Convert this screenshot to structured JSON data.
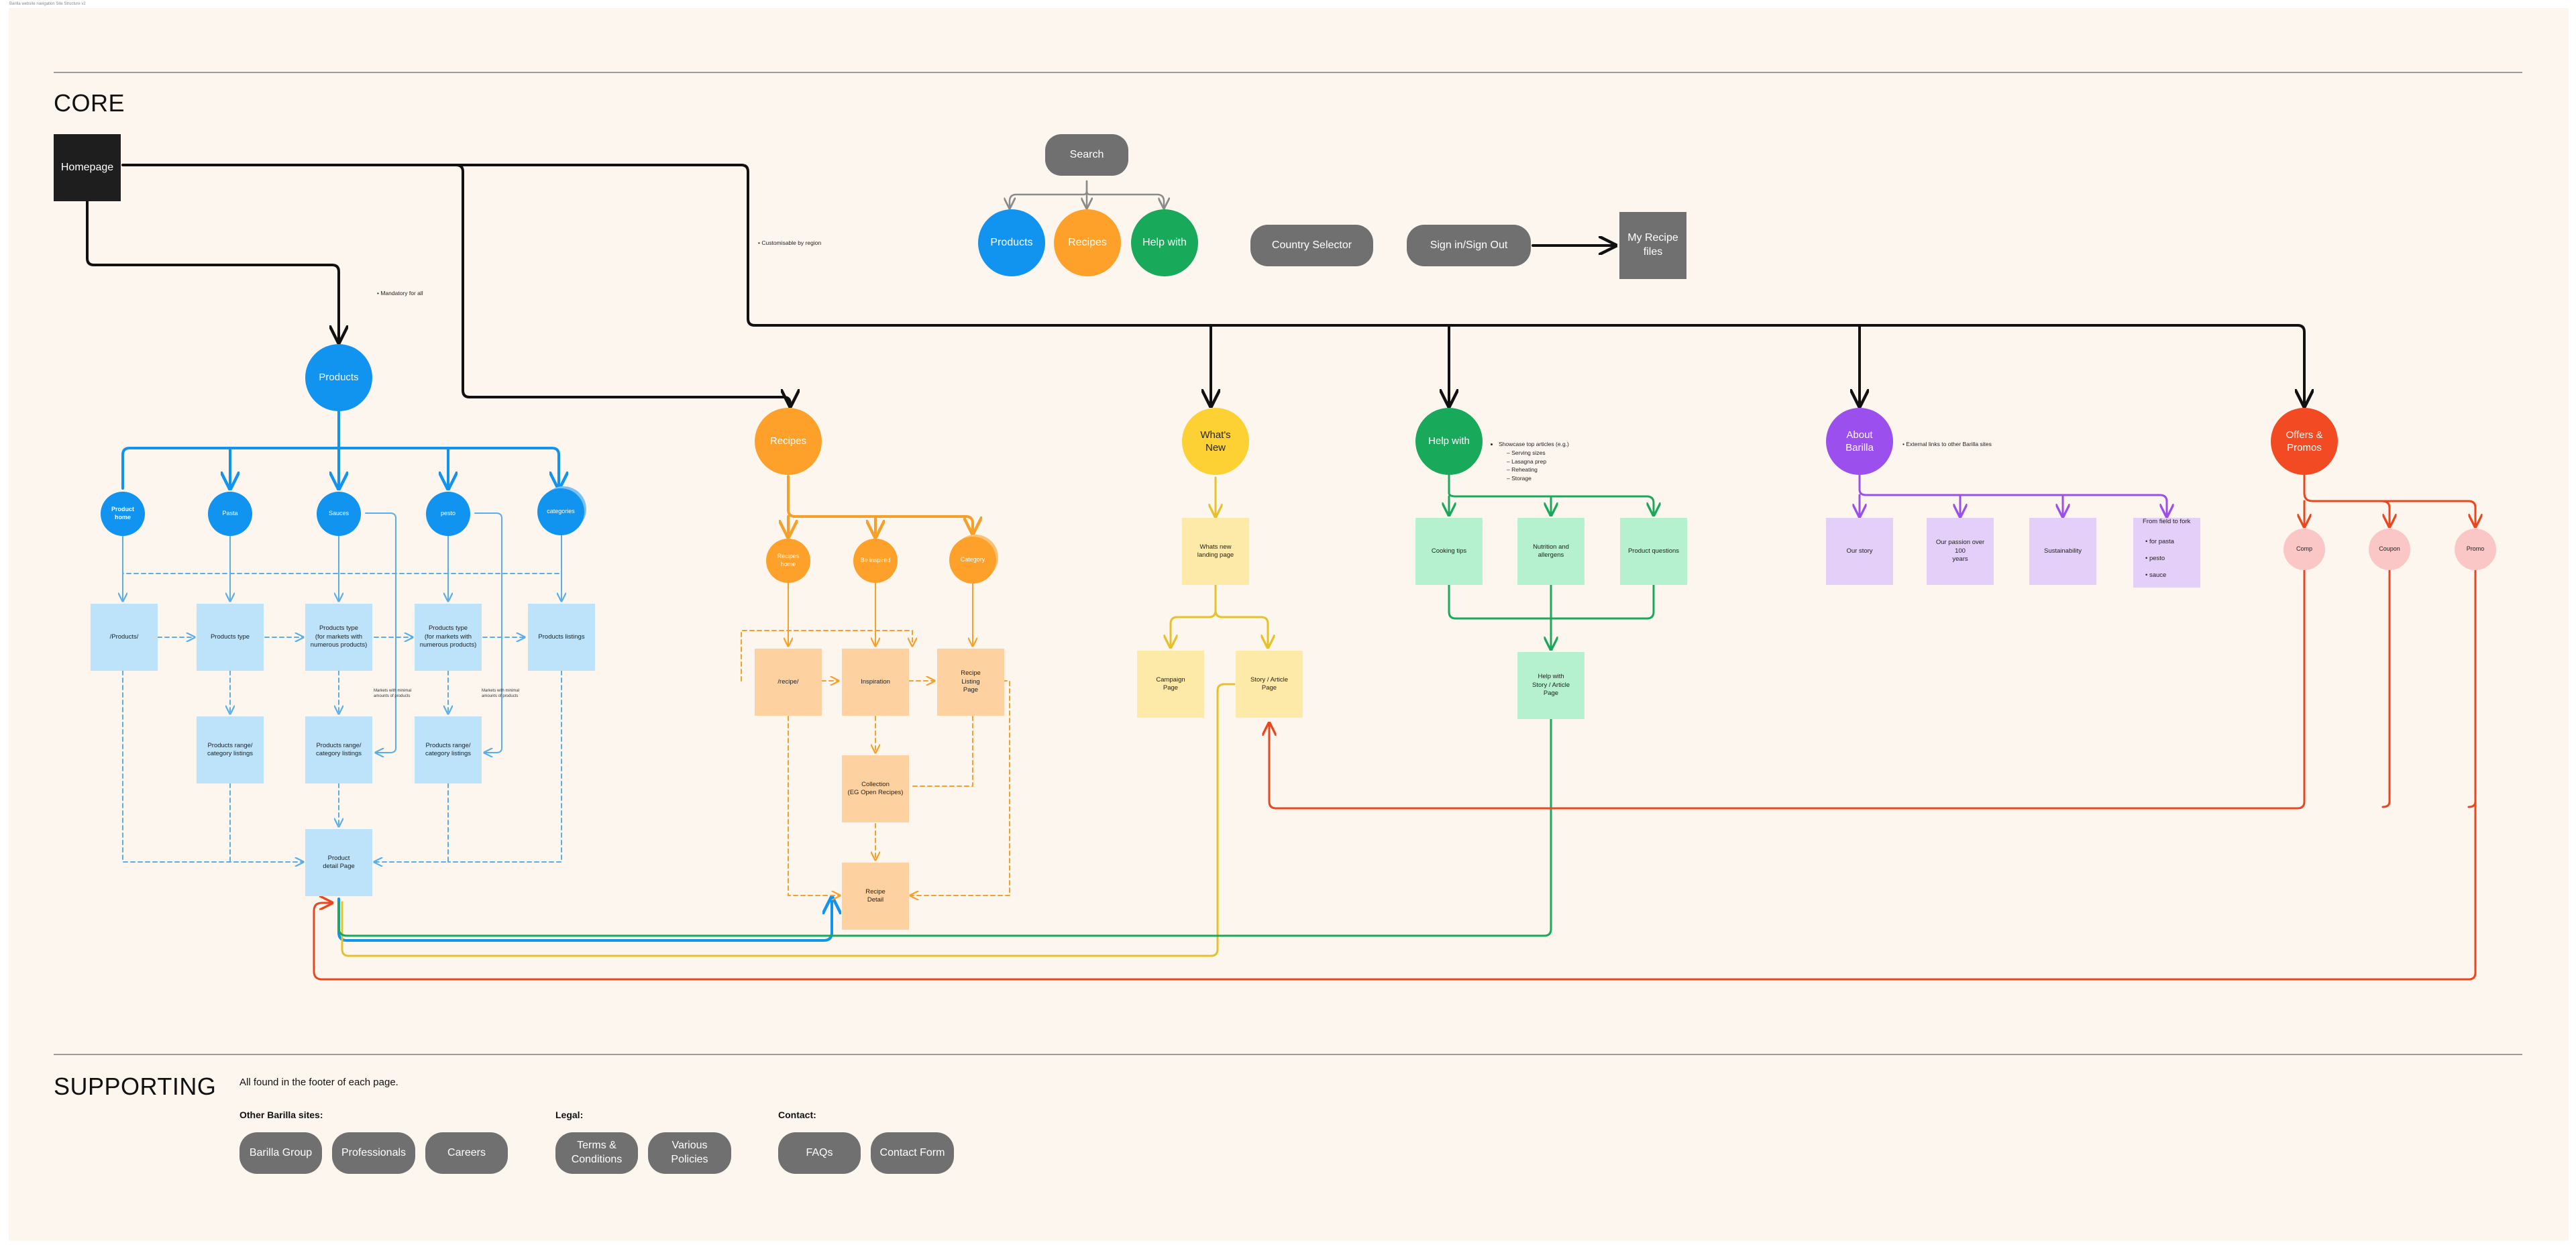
{
  "frame_label": "Barilla website navigation Site Structure v2",
  "sections": {
    "core": "CORE",
    "supporting": "SUPPORTING"
  },
  "nodes": {
    "homepage": "Homepage",
    "search": "Search",
    "search_products": "Products",
    "search_recipes": "Recipes",
    "search_help": "Help with",
    "country_selector": "Country Selector",
    "sign_in": "Sign in/Sign Out",
    "my_recipe_files": "My Recipe\nfiles",
    "products": "Products",
    "recipes": "Recipes",
    "whats_new": "What's\nNew",
    "help_with": "Help with",
    "about_barilla": "About\nBarilla",
    "offers_promos": "Offers &\nPromos",
    "product_home": "Product\nhome",
    "pasta": "Pasta",
    "sauces": "Sauces",
    "pesto": "pesto",
    "categories": "categories",
    "products_url": "/Products/",
    "products_type_1": "Products type",
    "products_type_2": "Products type\n(for markets with\nnumerous products)",
    "products_type_3": "Products type\n(for markets with\nnumerous products)",
    "products_listings": "Products listings",
    "range_1": "Products range/\ncategory listings",
    "range_2": "Products range/\ncategory listings",
    "range_3": "Products range/\ncategory listings",
    "product_detail": "Product\ndetail Page",
    "recipes_home": "Recipes\nhome",
    "be_inspired": "Be inspired",
    "category": "Category",
    "recipes_url": "/recipe/",
    "inspiration": "Inspiration",
    "recipe_listing": "Recipe\nListing\nPage",
    "collection": "Collection\n(EG Open Recipes)",
    "recipe_detail": "Recipe\nDetail",
    "whats_new_landing": "Whats new\nlanding page",
    "campaign_page": "Campaign\nPage",
    "story_article": "Story / Article\nPage",
    "cooking_tips": "Cooking tips",
    "nutrition": "Nutrition and\nallergens",
    "product_questions": "Product questions",
    "help_story": "Help with\nStory / Article\nPage",
    "our_story": "Our story",
    "our_passion": "Our passion over 100\nyears",
    "sustainability": "Sustainability",
    "comp": "Comp",
    "coupon": "Coupon",
    "promo": "Promo"
  },
  "field_to_fork": {
    "title": "From field to fork",
    "items": [
      "for pasta",
      "pesto",
      "sauce"
    ]
  },
  "notes": {
    "mandatory": "Mandatory for all",
    "customisable": "Customisable by region",
    "help_title": "Showcase top articles (e.g.)",
    "help_items": [
      "Serving sizes",
      "Lasagna prep",
      "Reheating",
      "Storage"
    ],
    "external_links": "External links to other Barilla sites",
    "markets_note_1": "Markets with minimal amounts of products",
    "markets_note_2": "Markets with minimal amounts of products"
  },
  "supporting": {
    "caption": "All found in the footer of each page.",
    "groups": [
      {
        "title": "Other Barilla sites:",
        "items": [
          "Barilla Group",
          "Professionals",
          "Careers"
        ]
      },
      {
        "title": "Legal:",
        "items": [
          "Terms &\nConditions",
          "Various\nPolicies"
        ]
      },
      {
        "title": "Contact:",
        "items": [
          "FAQs",
          "Contact Form"
        ]
      }
    ]
  },
  "colors": {
    "background": "#fdf6ef",
    "black": "#111111",
    "gray": "#707070",
    "blue": "#1193f0",
    "orange": "#fda12a",
    "yellow": "#fdd034",
    "green": "#18a95b",
    "purple": "#9b4fec",
    "red": "#f24a22"
  }
}
